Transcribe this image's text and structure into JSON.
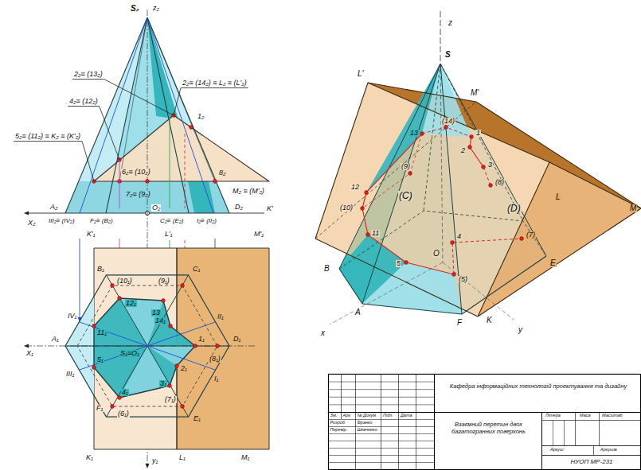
{
  "diagram": {
    "labels": [
      "S₂",
      "z₂",
      "2₂≡ (13₂)",
      "2₂≡ (14₂) ≡ L₂ ≡ (L'₂)",
      "1₂",
      "4₂≡ (12₂)",
      "5₂≡ (11₂) ≡ K₂ ≡ (K'₂)",
      "6₂≡ (10₂)",
      "8₂",
      "7₂≡ (9₂)",
      "M₂ ≡ (M'₂)",
      "A₂",
      "O₂",
      "D₂",
      "K'",
      "X₂",
      "III₂≡ (IV₂)",
      "F₂≡ (B₂)",
      "C₂≡ (E₂)",
      "I₂≡ (II₂)",
      "K'₁",
      "L'₁",
      "M'₁",
      "B₁",
      "(10₁)",
      "(9₁)",
      "C₁",
      "12₁",
      "13",
      "14₁",
      "IV₁",
      "II₁",
      "A₁",
      "11₁",
      "S₁≡O₁",
      "1₁",
      "D₁",
      "X₁",
      "5₁",
      "2₁",
      "(8₁)",
      "III₁",
      "I₁",
      "3₁",
      "4₁",
      "(7₁)",
      "F₁",
      "(6₁)",
      "E₁",
      "K₁",
      "L₁",
      "M₁",
      "y₁",
      "z",
      "S",
      "L'",
      "M'",
      "13",
      "(14)",
      "1",
      "2",
      "3",
      "(8)",
      "12",
      "(9)",
      "(10)",
      "(C)",
      "(D)",
      "L",
      "M",
      "B",
      "11",
      "4",
      "(7)",
      "O",
      "5",
      "(5)",
      "E",
      "A",
      "F",
      "K",
      "x",
      "y",
      "Кафедра інформаційних технологій проектування та дизайну",
      "Зм.",
      "Арк.",
      "№ Докум.",
      "Підп.",
      "Дата",
      "Розроб.",
      "Франко",
      "Перевір.",
      "Шевченко",
      "Взаємний перетин двох багатогранних поверхонь",
      "Літера",
      "Маса",
      "Масштаб",
      "Аркуш",
      "Аркушів",
      "НУОП МР-231"
    ]
  }
}
